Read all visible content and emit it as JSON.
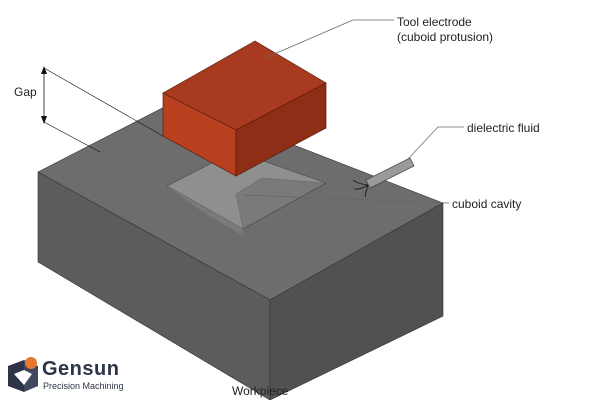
{
  "labels": {
    "tool_electrode": [
      "Tool electrode",
      "(cuboid protusion)"
    ],
    "gap": "Gap",
    "dielectric_fluid": "dielectric fluid",
    "cuboid_cavity": "cuboid cavity",
    "workpiece": "Workpiece"
  },
  "brand": {
    "name": "Gensun",
    "tagline": "Precision Machining"
  },
  "colors": {
    "workpiece_top": "#6d6d6d",
    "workpiece_left": "#5c5c5c",
    "workpiece_front": "#515151",
    "cavity_floor": "#8f8f8f",
    "electrode_top": "#a83a1f",
    "electrode_front": "#b8401e",
    "electrode_side": "#8e2e17",
    "brand_navy": "#2d3447",
    "brand_orange": "#e8772e"
  },
  "icons": [
    "gensun-logo-icon",
    "nozzle-icon"
  ]
}
